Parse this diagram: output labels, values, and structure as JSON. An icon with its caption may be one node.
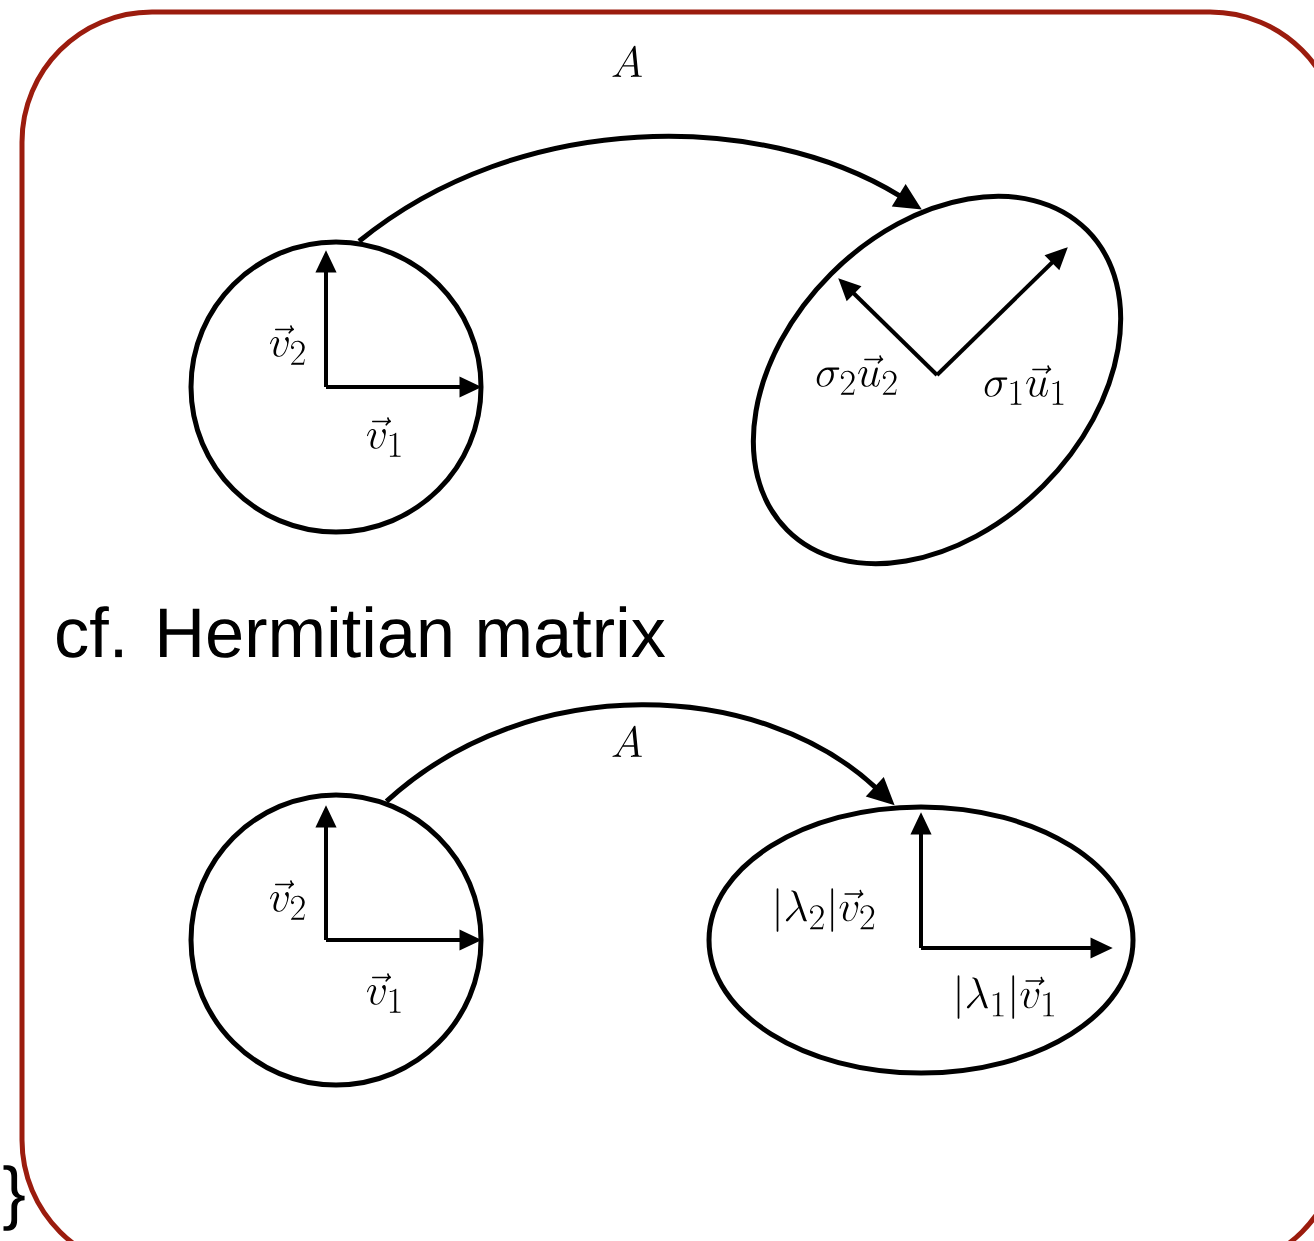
{
  "diagram": {
    "nodes": [
      {
        "text": [
          "\\vec{v}_2",
          "\\vec{v}_1"
        ]
      },
      {
        "text": [
          "\\sigma_2\\vec{u}_2",
          "\\sigma_1\\vec{u}_1"
        ]
      },
      {
        "text": [
          "\\vec{v}_2",
          "\\vec{v}_1"
        ]
      },
      {
        "text": [
          "|\\lambda_2|\\vec{v}_2",
          "|\\lambda_1|\\vec{v}_1"
        ]
      }
    ],
    "edges": [
      {
        "from": 0,
        "to": 1,
        "arrow": "to",
        "label": "A"
      },
      {
        "from": 2,
        "to": 3,
        "arrow": "to",
        "label": "A"
      }
    ],
    "labels": [
      "cf. Hermitian matrix",
      "}"
    ]
  }
}
